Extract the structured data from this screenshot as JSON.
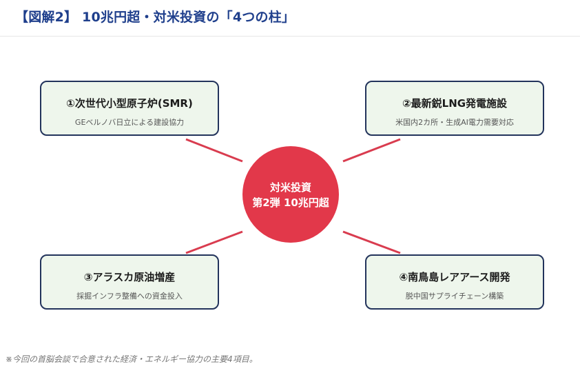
{
  "header": {
    "title": "【図解2】 10兆円超・対米投資の「4つの柱」"
  },
  "center": {
    "line1": "対米投資",
    "line2": "第2弾 10兆円超",
    "color": "#e2384a"
  },
  "pillars": [
    {
      "title": "①次世代小型原子炉(SMR)",
      "subtitle": "GEベルノバ日立による建設協力"
    },
    {
      "title": "②最新鋭LNG発電施設",
      "subtitle": "米国内2カ所・生成AI電力需要対応"
    },
    {
      "title": "③アラスカ原油増産",
      "subtitle": "採掘インフラ整備への資金投入"
    },
    {
      "title": "④南鳥島レアアース開発",
      "subtitle": "脱中国サプライチェーン構築"
    }
  ],
  "footnote": "※今回の首脳会談で合意された経済・エネルギー協力の主要4項目。",
  "colors": {
    "title": "#1f3f8c",
    "card_border": "#22335b",
    "card_fill": "#eef6ec",
    "connector": "#d93c4f"
  }
}
